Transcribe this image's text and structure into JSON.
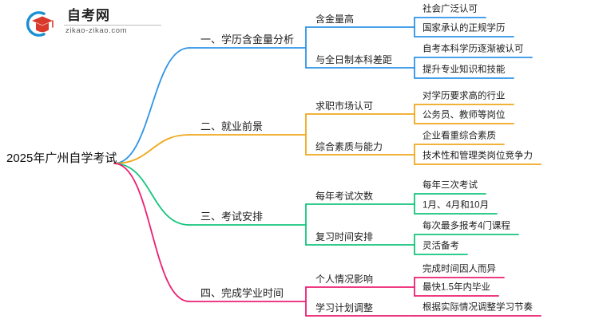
{
  "logo": {
    "title": "自考网",
    "domain": "zikao-zikao.com",
    "mark_icon": "graduation-cap-icon",
    "swoosh_color": "#1a8fd1",
    "cap_color": "#d93a2b"
  },
  "mindmap": {
    "root": {
      "label": "2025年广州自学考试"
    },
    "branches": [
      {
        "label": "一、学历含金量分析",
        "color": "#2f94e8",
        "children": [
          {
            "label": "含金量高",
            "children": [
              {
                "label": "社会广泛认可"
              },
              {
                "label": "国家承认的正规学历"
              }
            ]
          },
          {
            "label": "与全日制本科差距",
            "children": [
              {
                "label": "自考本科学历逐渐被认可"
              },
              {
                "label": "提升专业知识和技能"
              }
            ]
          }
        ]
      },
      {
        "label": "二、就业前景",
        "color": "#f0a81e",
        "children": [
          {
            "label": "求职市场认可",
            "children": [
              {
                "label": "对学历要求高的行业"
              },
              {
                "label": "公务员、教师等岗位"
              }
            ]
          },
          {
            "label": "综合素质与能力",
            "children": [
              {
                "label": "企业看重综合素质"
              },
              {
                "label": "技术性和管理类岗位竞争力"
              }
            ]
          }
        ]
      },
      {
        "label": "三、考试安排",
        "color": "#14c47d",
        "children": [
          {
            "label": "每年考试次数",
            "children": [
              {
                "label": "每年三次考试"
              },
              {
                "label": "1月、4月和10月"
              }
            ]
          },
          {
            "label": "复习时间安排",
            "children": [
              {
                "label": "每次最多报考4门课程"
              },
              {
                "label": "灵活备考"
              }
            ]
          }
        ]
      },
      {
        "label": "四、完成学业时间",
        "color": "#ec1f72",
        "children": [
          {
            "label": "个人情况影响",
            "children": [
              {
                "label": "完成时间因人而异"
              },
              {
                "label": "最快1.5年内毕业"
              }
            ]
          },
          {
            "label": "学习计划调整",
            "children": [
              {
                "label": "根据实际情况调整学习节奏"
              }
            ]
          }
        ]
      }
    ]
  }
}
